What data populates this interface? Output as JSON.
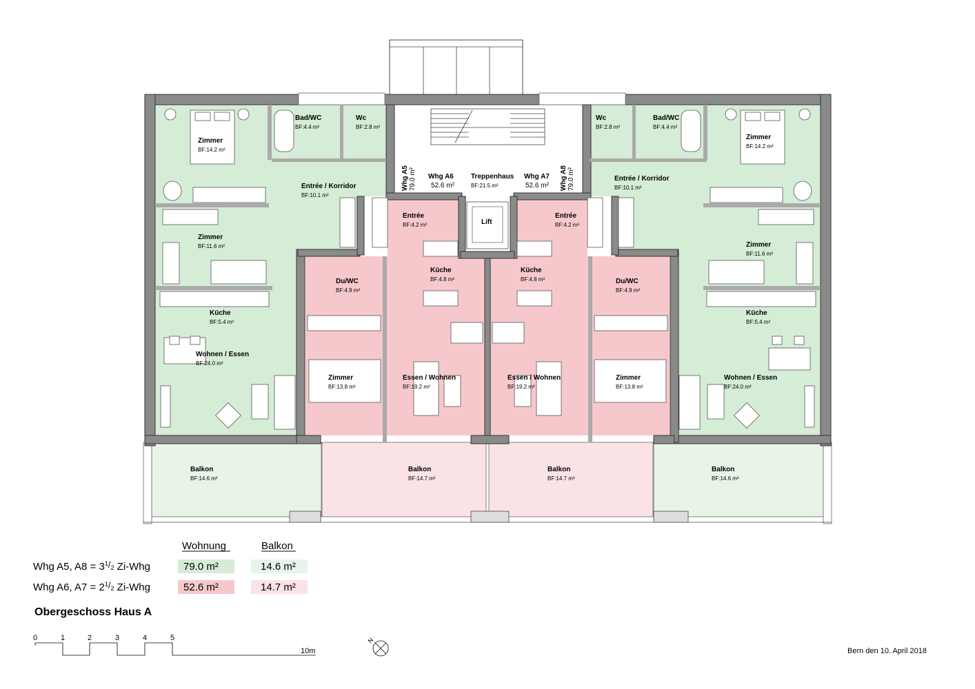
{
  "plan": {
    "title": "Obergeschoss Haus A",
    "date": "Bern den 10. April 2018",
    "colors": {
      "whg_3_5": "#d5ecd6",
      "whg_2_5": "#f6c8cc",
      "balkon_3_5": "#e8f4e8",
      "balkon_2_5": "#fbe3e5",
      "wall": "#8a8a8a"
    },
    "rooms": {
      "l_zimmer1": {
        "name": "Zimmer",
        "area": "BF:14.2 m²"
      },
      "l_bad": {
        "name": "Bad/WC",
        "area": "BF:4.4 m²"
      },
      "l_wc": {
        "name": "Wc",
        "area": "BF:2.8 m²"
      },
      "l_entree": {
        "name": "Entrée / Korridor",
        "area": "BF:10.1 m²"
      },
      "l_zimmer2": {
        "name": "Zimmer",
        "area": "BF:11.6 m²"
      },
      "l_kueche": {
        "name": "Küche",
        "area": "BF:5.4 m²"
      },
      "l_wohnen": {
        "name": "Wohnen / Essen",
        "area": "BF:24.0 m²"
      },
      "l_balkon": {
        "name": "Balkon",
        "area": "BF:14.6 m²"
      },
      "ml_entree": {
        "name": "Entrée",
        "area": "BF:4.2 m²"
      },
      "ml_kueche": {
        "name": "Küche",
        "area": "BF:4.8 m²"
      },
      "ml_duwc": {
        "name": "Du/WC",
        "area": "BF:4.9 m²"
      },
      "ml_zimmer": {
        "name": "Zimmer",
        "area": "BF:13.8 m²"
      },
      "ml_essen": {
        "name": "Essen / Wohnen",
        "area": "BF:19.2 m²"
      },
      "ml_balkon": {
        "name": "Balkon",
        "area": "BF:14.7 m²"
      },
      "mr_entree": {
        "name": "Entrée",
        "area": "BF:4.2 m²"
      },
      "mr_kueche": {
        "name": "Küche",
        "area": "BF:4.8 m²"
      },
      "mr_duwc": {
        "name": "Du/WC",
        "area": "BF:4.9 m²"
      },
      "mr_zimmer": {
        "name": "Zimmer",
        "area": "BF:13.8 m²"
      },
      "mr_essen": {
        "name": "Essen / Wohnen",
        "area": "BF:19.2 m²"
      },
      "mr_balkon": {
        "name": "Balkon",
        "area": "BF:14.7 m²"
      },
      "r_zimmer1": {
        "name": "Zimmer",
        "area": "BF:14.2 m²"
      },
      "r_bad": {
        "name": "Bad/WC",
        "area": "BF:4.4 m²"
      },
      "r_wc": {
        "name": "Wc",
        "area": "BF:2.8 m²"
      },
      "r_entree": {
        "name": "Entrée / Korridor",
        "area": "BF:10.1 m²"
      },
      "r_zimmer2": {
        "name": "Zimmer",
        "area": "BF:11.6 m²"
      },
      "r_kueche": {
        "name": "Küche",
        "area": "BF:5.4 m²"
      },
      "r_wohnen": {
        "name": "Wohnen / Essen",
        "area": "BF:24.0 m²"
      },
      "r_balkon": {
        "name": "Balkon",
        "area": "BF:14.6 m²"
      },
      "treppenhaus": {
        "name": "Treppenhaus",
        "area": "BF:21.5 m²"
      },
      "lift": {
        "name": "Lift"
      }
    },
    "units": {
      "a5": {
        "name": "Whg A5",
        "area": "79.0 m²"
      },
      "a6": {
        "name": "Whg A6",
        "area": "52.6 m²"
      },
      "a7": {
        "name": "Whg A7",
        "area": "52.6 m²"
      },
      "a8": {
        "name": "Whg A8",
        "area": "79.0 m²"
      }
    }
  },
  "legend": {
    "col_wohnung": "Wohnung",
    "col_balkon": "Balkon",
    "rows": [
      {
        "label_pre": "Whg A5, A8 = 3",
        "frac_num": "1",
        "frac_den": "2",
        "label_post": " Zi-Whg",
        "wohnung": "79.0 m²",
        "balkon": "14.6 m²"
      },
      {
        "label_pre": "Whg A6, A7 = 2",
        "frac_num": "1",
        "frac_den": "2",
        "label_post": " Zi-Whg",
        "wohnung": "52.6 m²",
        "balkon": "14.7 m²"
      }
    ]
  },
  "scale": {
    "ticks": [
      "0",
      "1",
      "2",
      "3",
      "4",
      "5"
    ],
    "end": "10m"
  },
  "north": {
    "label": "N"
  }
}
